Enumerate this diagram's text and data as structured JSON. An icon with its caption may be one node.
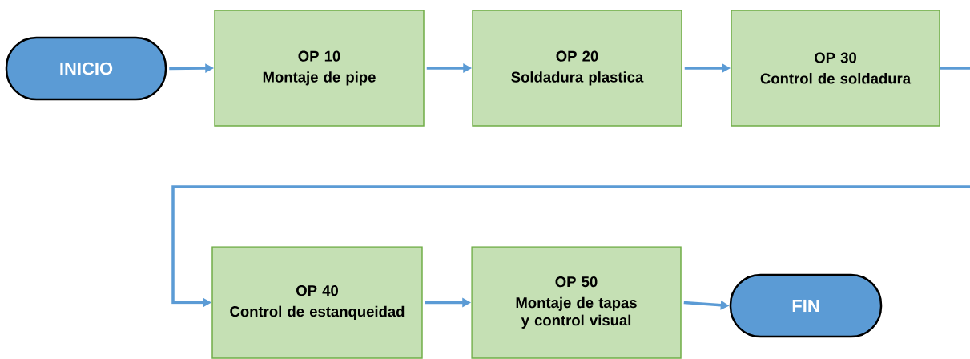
{
  "diagram": {
    "nodes": [
      {
        "text": [
          "INICIO"
        ]
      },
      {
        "text": [
          "OP 10",
          "Montaje de pipe"
        ]
      },
      {
        "text": [
          "OP 20",
          "Soldadura plastica"
        ]
      },
      {
        "text": [
          "OP 30",
          "Control de soldadura"
        ]
      },
      {
        "text": [
          "OP 40",
          "Control de estanqueidad"
        ]
      },
      {
        "text": [
          "OP 50",
          "Montaje de tapas y control visual"
        ]
      },
      {
        "text": [
          "FIN"
        ]
      }
    ],
    "edges": [
      {
        "from": 0,
        "to": 1,
        "arrow": "to"
      },
      {
        "from": 1,
        "to": 2,
        "arrow": "to"
      },
      {
        "from": 2,
        "to": 3,
        "arrow": "to"
      },
      {
        "from": 3,
        "to": 4,
        "arrow": "to"
      },
      {
        "from": 4,
        "to": 5,
        "arrow": "to"
      },
      {
        "from": 5,
        "to": 6,
        "arrow": "to"
      }
    ]
  }
}
